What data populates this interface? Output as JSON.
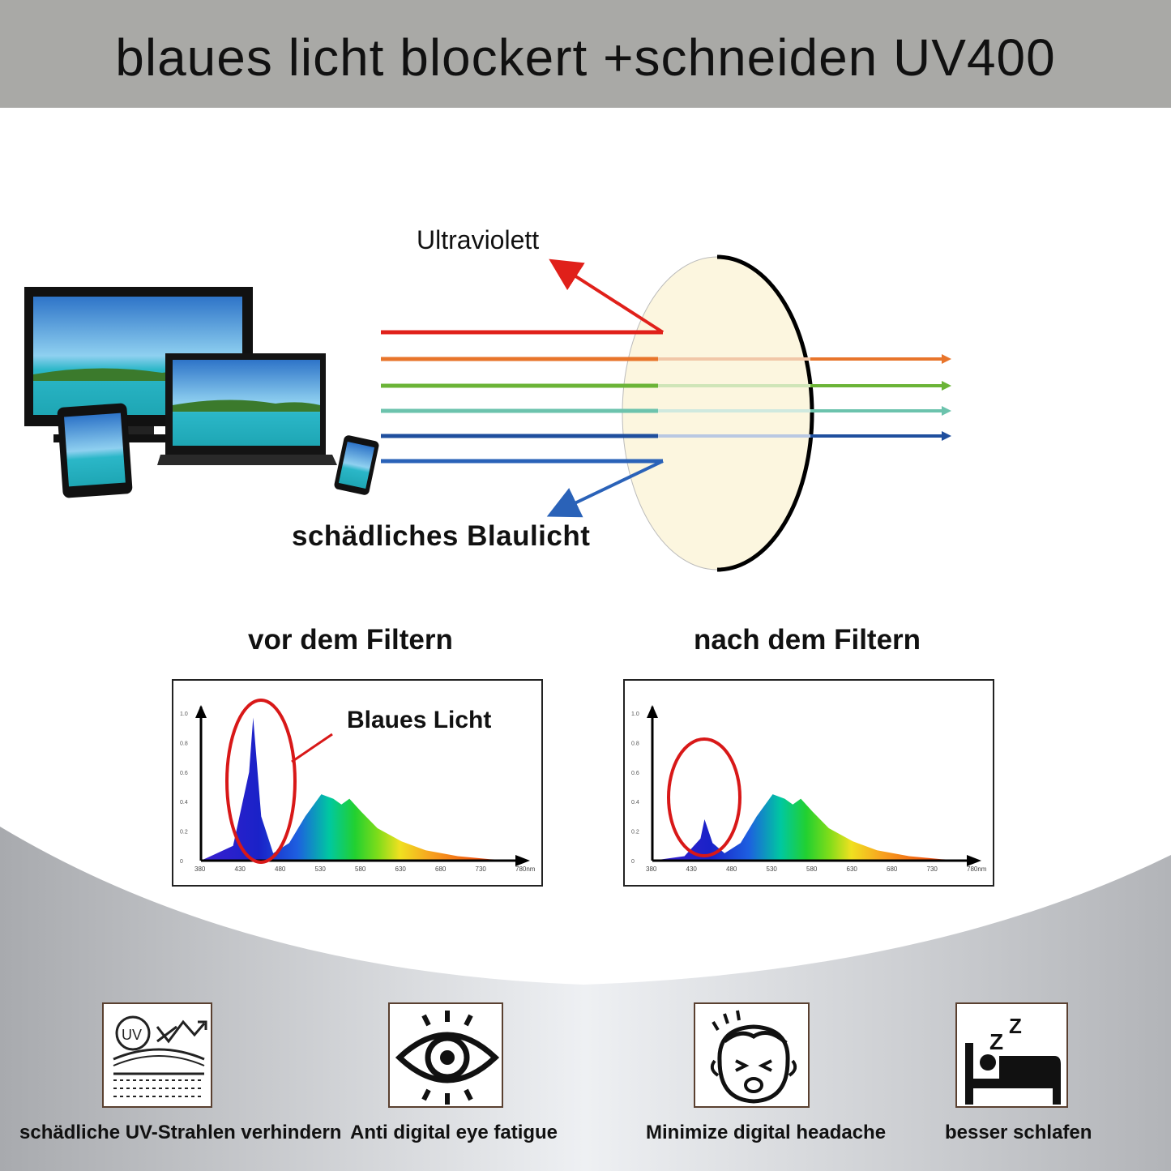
{
  "header": {
    "title": "blaues licht blockert +schneiden UV400"
  },
  "diagram": {
    "uv_label": "Ultraviolett",
    "blue_label": "schädliches Blaulicht"
  },
  "charts": {
    "before_title": "vor dem Filtern",
    "after_title": "nach dem Filtern",
    "blue_annotation": "Blaues Licht"
  },
  "chart_data": [
    {
      "type": "area",
      "title": "vor dem Filtern",
      "annotation": "Blaues Licht",
      "ylim": [
        0,
        1.0
      ],
      "yticks": [
        "0",
        "0.2",
        "0.4",
        "0.6",
        "0.8",
        "1.0"
      ],
      "xticks": [
        "380",
        "430",
        "480",
        "530",
        "580",
        "630",
        "680",
        "730",
        "780nm"
      ],
      "x": [
        380,
        420,
        440,
        445,
        455,
        470,
        490,
        510,
        530,
        545,
        555,
        565,
        580,
        600,
        630,
        660,
        700,
        740,
        780
      ],
      "y": [
        0.0,
        0.1,
        0.6,
        0.97,
        0.3,
        0.05,
        0.12,
        0.3,
        0.45,
        0.42,
        0.38,
        0.42,
        0.33,
        0.22,
        0.13,
        0.07,
        0.03,
        0.01,
        0.0
      ]
    },
    {
      "type": "area",
      "title": "nach dem Filtern",
      "ylim": [
        0,
        1.0
      ],
      "yticks": [
        "0",
        "0.2",
        "0.4",
        "0.6",
        "0.8",
        "1.0"
      ],
      "xticks": [
        "380",
        "430",
        "480",
        "530",
        "580",
        "630",
        "680",
        "730",
        "780nm"
      ],
      "x": [
        380,
        420,
        440,
        445,
        455,
        470,
        490,
        510,
        530,
        545,
        555,
        565,
        580,
        600,
        630,
        660,
        700,
        740,
        780
      ],
      "y": [
        0.0,
        0.03,
        0.15,
        0.28,
        0.12,
        0.05,
        0.12,
        0.3,
        0.45,
        0.42,
        0.38,
        0.42,
        0.33,
        0.22,
        0.13,
        0.07,
        0.03,
        0.01,
        0.0
      ]
    }
  ],
  "features": [
    {
      "label": "schädliche UV-Strahlen verhindern",
      "icon": "uv-shield-icon"
    },
    {
      "label": "Anti digital eye fatigue",
      "icon": "eye-icon"
    },
    {
      "label": "Minimize digital headache",
      "icon": "headache-face-icon"
    },
    {
      "label": "besser schlafen",
      "icon": "sleep-bed-icon"
    }
  ]
}
